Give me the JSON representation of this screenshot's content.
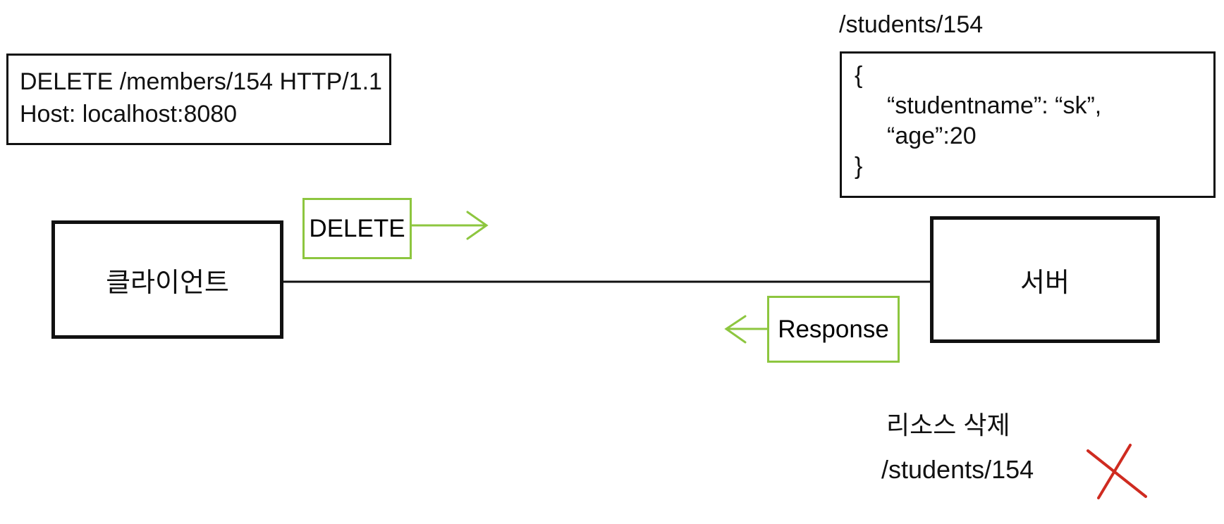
{
  "colors": {
    "green": "#8dc63f",
    "red": "#cf2b20",
    "ink": "#111111"
  },
  "request_box": {
    "lines": [
      "DELETE /members/154 HTTP/1.1",
      "Host: localhost:8080"
    ]
  },
  "resource": {
    "path_label": "/students/154",
    "body_lines": [
      "{",
      "“studentname”: “sk”,",
      "“age”:20",
      "}"
    ]
  },
  "client_box": {
    "label": "클라이언트"
  },
  "server_box": {
    "label": "서버"
  },
  "request_arrow": {
    "label": "DELETE"
  },
  "response_arrow": {
    "label": "Response"
  },
  "note": {
    "line1": "리소스 삭제",
    "line2": "/students/154"
  }
}
